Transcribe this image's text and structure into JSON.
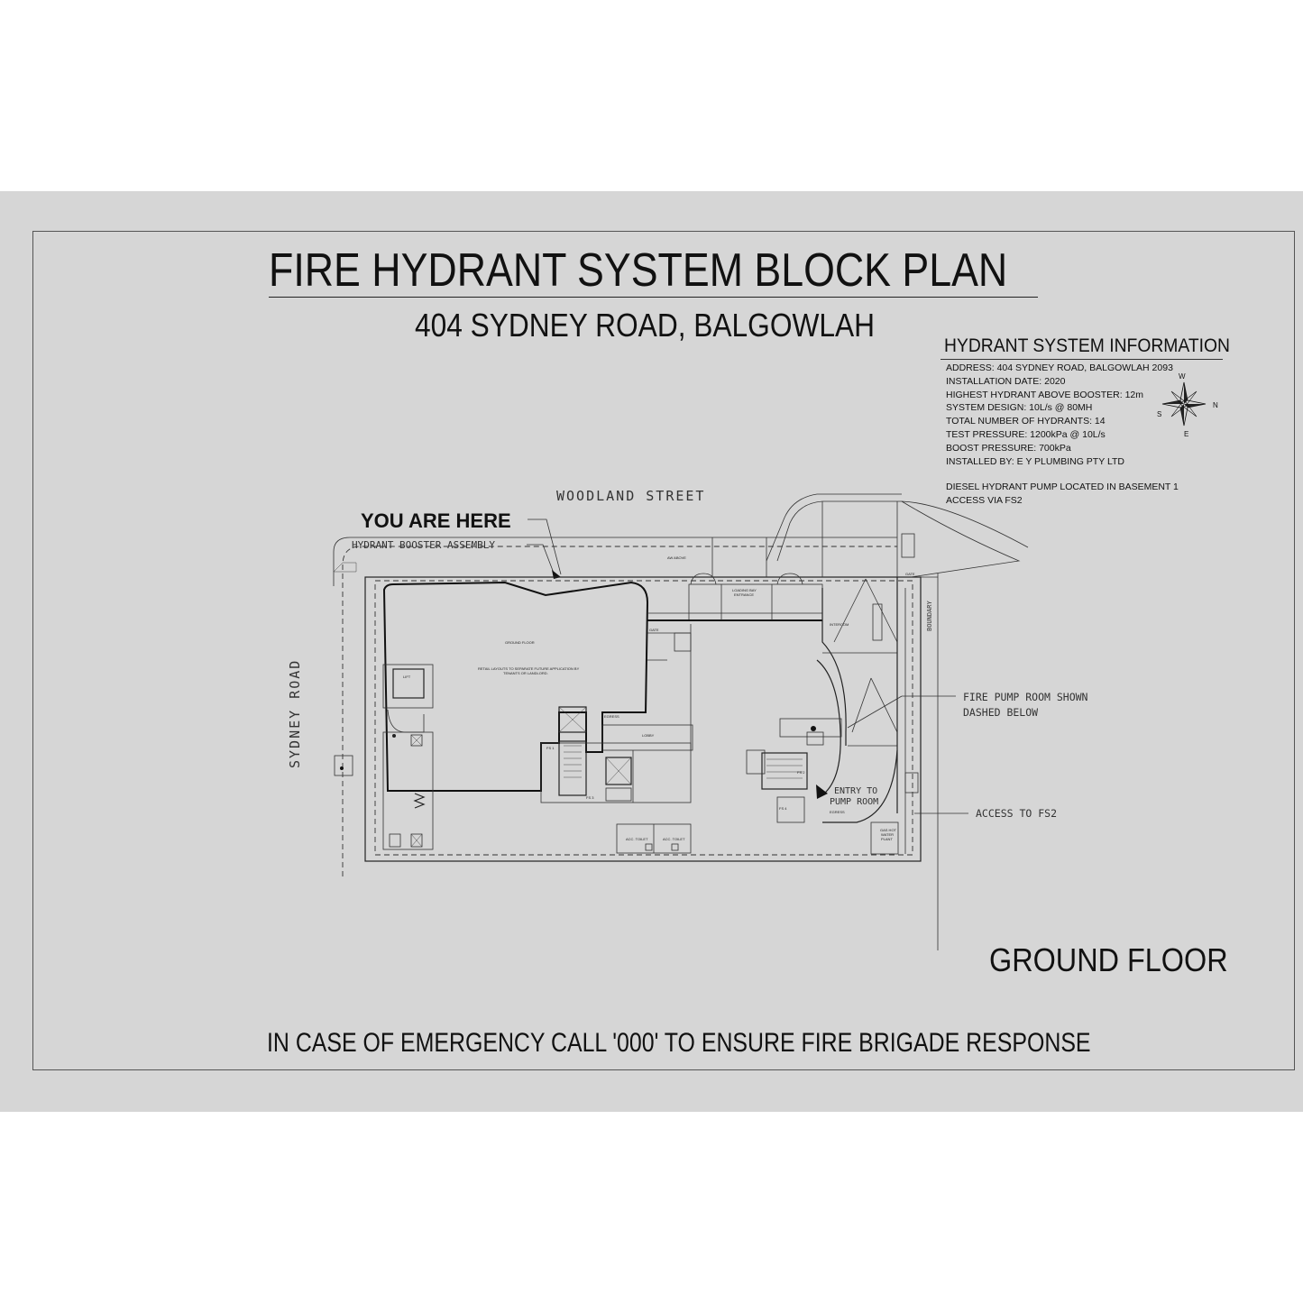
{
  "title": "FIRE HYDRANT SYSTEM BLOCK PLAN",
  "subtitle": "404 SYDNEY ROAD, BALGOWLAH",
  "info": {
    "heading": "HYDRANT SYSTEM INFORMATION",
    "lines": [
      "ADDRESS: 404 SYDNEY ROAD, BALGOWLAH 2093",
      "INSTALLATION DATE:  2020",
      "HIGHEST HYDRANT ABOVE BOOSTER: 12m",
      "SYSTEM DESIGN: 10L/s @ 80MH",
      "TOTAL NUMBER OF HYDRANTS: 14",
      "TEST PRESSURE: 1200kPa @ 10L/s",
      "BOOST PRESSURE: 700kPa",
      "INSTALLED BY: E Y PLUMBING PTY LTD"
    ],
    "notes": [
      "DIESEL HYDRANT PUMP LOCATED IN BASEMENT 1",
      "ACCESS VIA FS2"
    ]
  },
  "plan": {
    "street_top": "WOODLAND STREET",
    "street_left": "SYDNEY ROAD",
    "you_are_here": "YOU ARE HERE",
    "booster_label": "HYDRANT BOOSTER ASSEMBLY",
    "pump_room_line1": "FIRE PUMP ROOM SHOWN",
    "pump_room_line2": "DASHED BELOW",
    "entry_line1": "ENTRY TO",
    "entry_line2": "PUMP ROOM",
    "access_fs2": "ACCESS TO FS2",
    "boundary": "BOUNDARY",
    "ground_floor_small": "GROUND FLOOR",
    "retail_note_1": "RETAIL  LAYOUTS TO SEPARATE FUTURE APPLICATION BY",
    "retail_note_2": "TENANTS OR LANDLORD.",
    "egress_1": "EGRESS",
    "egress_2": "EGRESS",
    "lobby": "LOBBY",
    "fs1": "FS 1",
    "fs2": "FS 2",
    "fs3": "FS 3",
    "fs4": "FS 4",
    "acc_toilet_1": "ACC. TOILET",
    "acc_toilet_2": "ACC. TOILET",
    "loading_bay": "LOADING BAY",
    "entrance": "ENTRANCE",
    "intercom": "INTERCOM",
    "gas_hot_water": "GAS HOT",
    "water_plant": "WATER",
    "plant": "PLANT",
    "gate_1": "GATE",
    "gate_2": "GATE",
    "lift": "LIFT",
    "aw_above": "AW ABOVE"
  },
  "footer": {
    "floor": "GROUND FLOOR",
    "emergency": "IN CASE OF EMERGENCY CALL '000' TO ENSURE FIRE BRIGADE RESPONSE"
  },
  "compass": {
    "n": "N",
    "s": "S",
    "e": "E",
    "w": "W"
  }
}
